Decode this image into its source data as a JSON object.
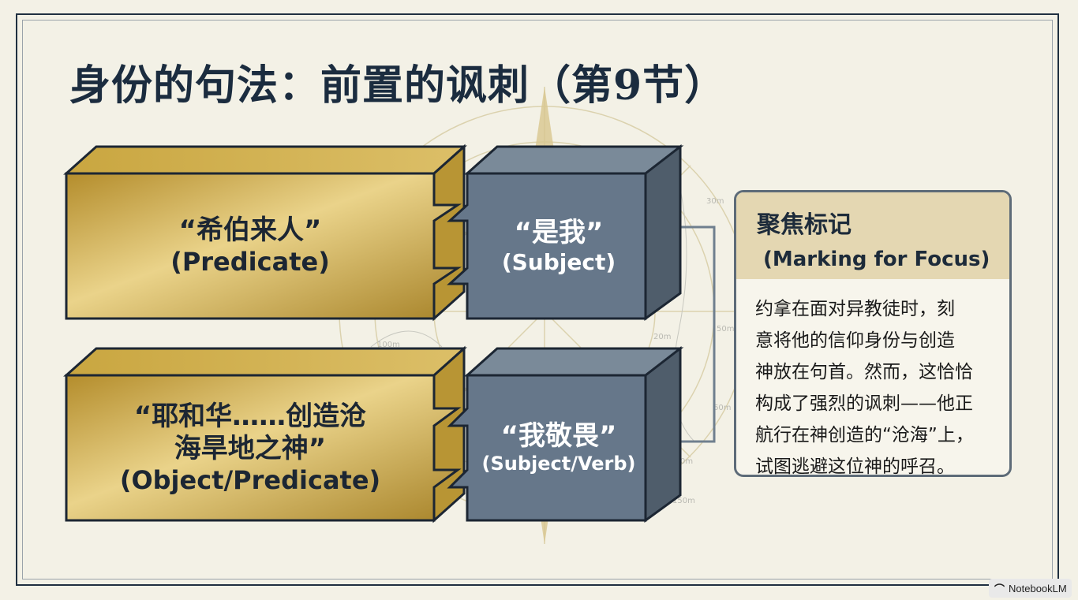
{
  "title": "身份的句法：前置的讽刺（第9节）",
  "blocks": {
    "row1": {
      "gold_text": "“希伯来人”",
      "gold_role": "(Predicate)",
      "slate_text": "“是我”",
      "slate_role": "(Subject)"
    },
    "row2": {
      "gold_line1": "“耶和华……创造沧",
      "gold_line2": "海旱地之神”",
      "gold_role": "(Object/Predicate)",
      "slate_text": "“我敬畏”",
      "slate_role": "(Subject/Verb)"
    }
  },
  "panel": {
    "title": "聚焦标记",
    "subtitle": "(Marking for Focus)",
    "lines": [
      "约拿在面对异教徒时，刻",
      "意将他的信仰身份与创造",
      "神放在句首。然而，这恰恰",
      "构成了强烈的讽刺——他正",
      "航行在神创造的“沧海”上，",
      "试图逃避这位神的呼召。"
    ]
  },
  "map_labels": [
    "30m",
    "50m",
    "20m",
    "100m",
    "60m",
    "0m",
    "150m"
  ],
  "badge": {
    "icon": "notebooklm-icon",
    "label": "NotebookLM"
  },
  "colors": {
    "gold": "#c9a640",
    "slate": "#6f7f8e",
    "navy": "#1b2c3f",
    "panel_header": "#e4d7b2"
  }
}
